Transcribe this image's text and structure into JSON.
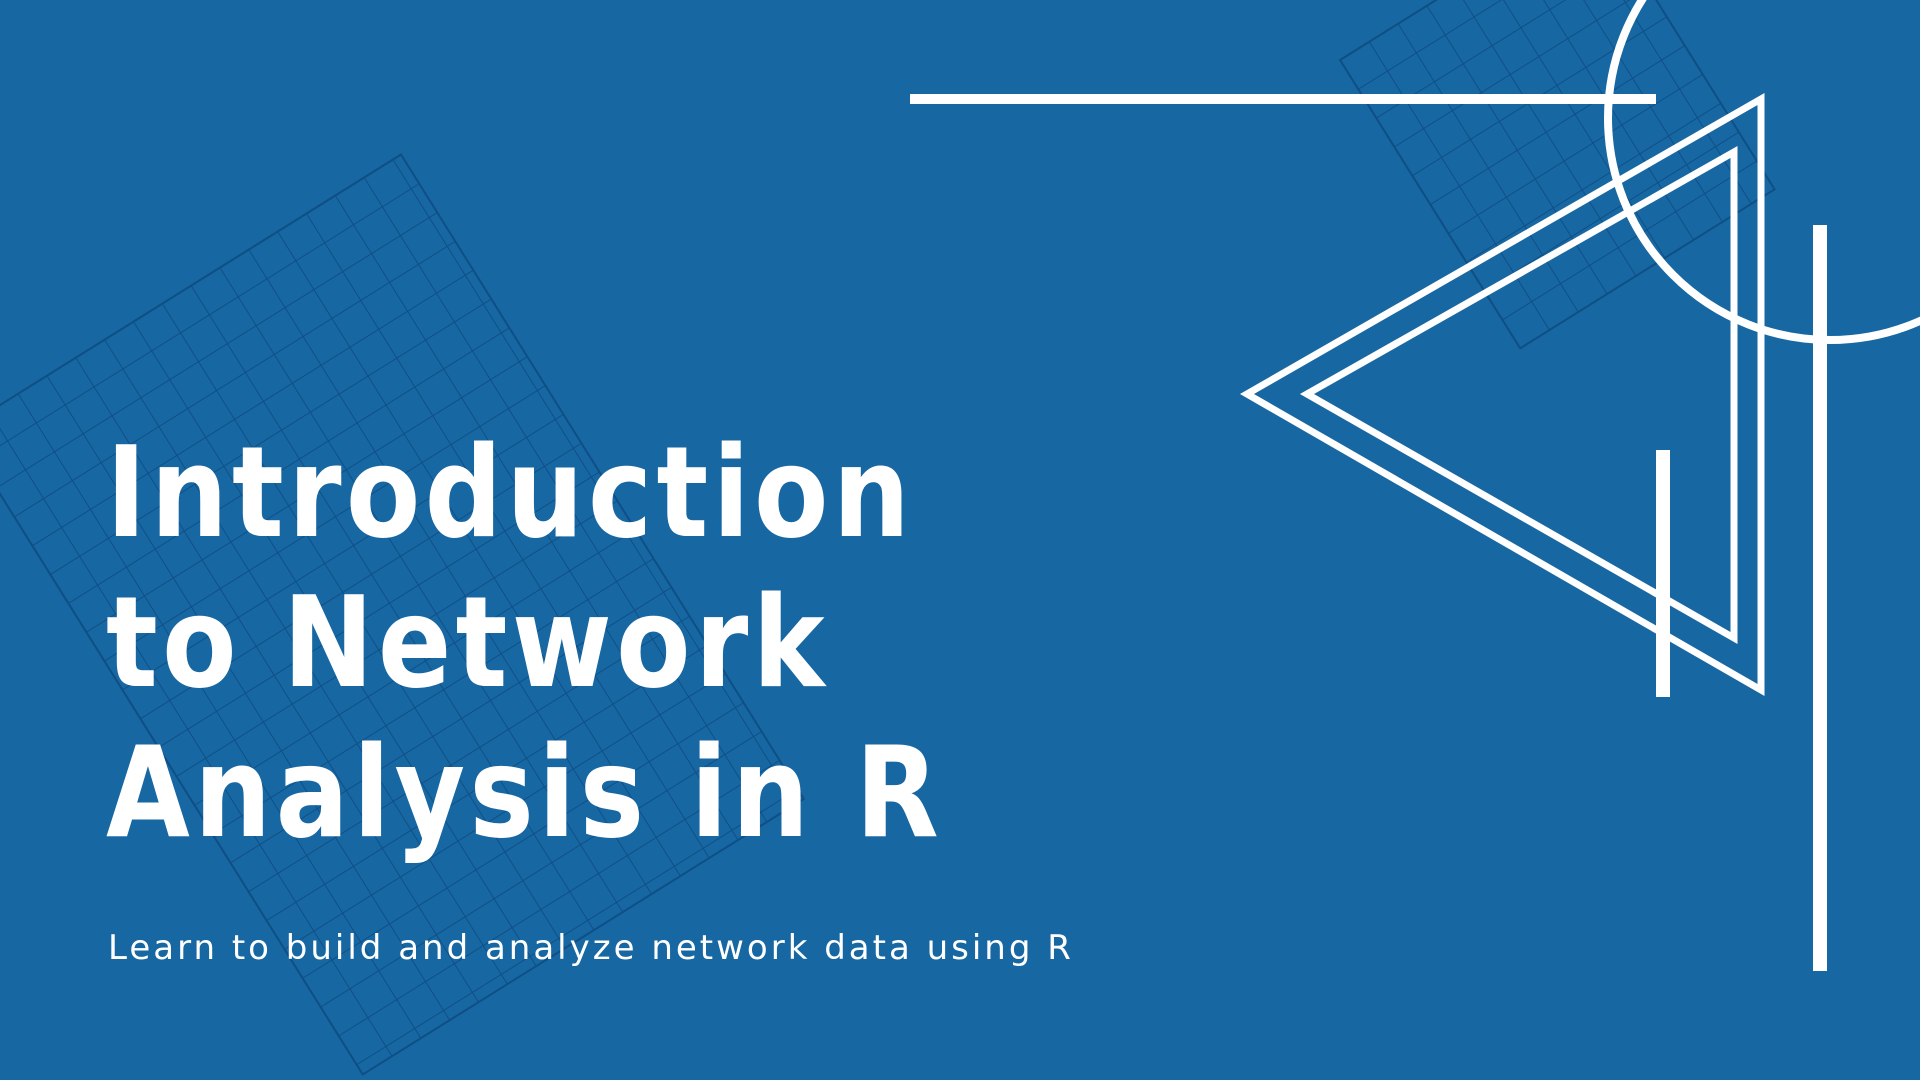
{
  "slide": {
    "title_lines": [
      "Introduction",
      "to Network",
      "Analysis in R"
    ],
    "subtitle": "Learn to build and analyze network data using R",
    "colors": {
      "background": "#1767a3",
      "foreground": "#ffffff",
      "grid": "#0f4f86"
    }
  }
}
